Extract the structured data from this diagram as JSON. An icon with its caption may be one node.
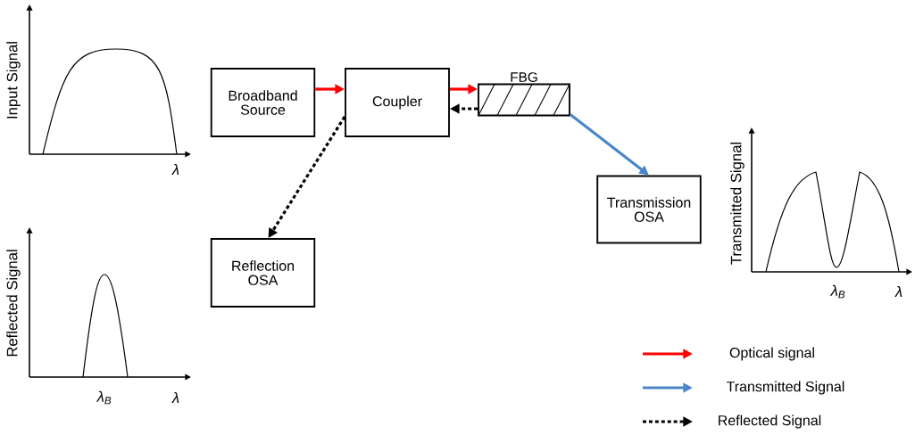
{
  "diagram": {
    "nodes": [
      {
        "text": [
          "Broadband Source"
        ]
      },
      {
        "text": [
          "Coupler"
        ]
      },
      {
        "text": [
          "FBG"
        ]
      },
      {
        "text": [
          "Transmission OSA"
        ]
      },
      {
        "text": [
          "Reflection OSA"
        ]
      }
    ],
    "edges": [
      {
        "from": 0,
        "to": 1,
        "arrow": "to",
        "color": "#ff0000"
      },
      {
        "from": 1,
        "to": 2,
        "arrow": "to",
        "color": "#ff0000"
      },
      {
        "from": 2,
        "to": 1,
        "arrow": "to",
        "style": "dashed",
        "color": "#000000"
      },
      {
        "from": 1,
        "to": 4,
        "arrow": "to",
        "style": "dashed",
        "color": "#000000"
      },
      {
        "from": 2,
        "to": 3,
        "arrow": "to",
        "color": "#4a86c8"
      }
    ],
    "labels": [
      "Input Signal",
      "λ",
      "Transmitted Signal",
      "λ$_{B}$",
      "λ",
      "Reflected Signal",
      "λ$_{B}$",
      "λ"
    ],
    "legend": [
      {
        "text": "Optical signal"
      },
      {
        "text": "Transmitted Signal"
      },
      {
        "text": "Reflected Signal"
      }
    ]
  }
}
